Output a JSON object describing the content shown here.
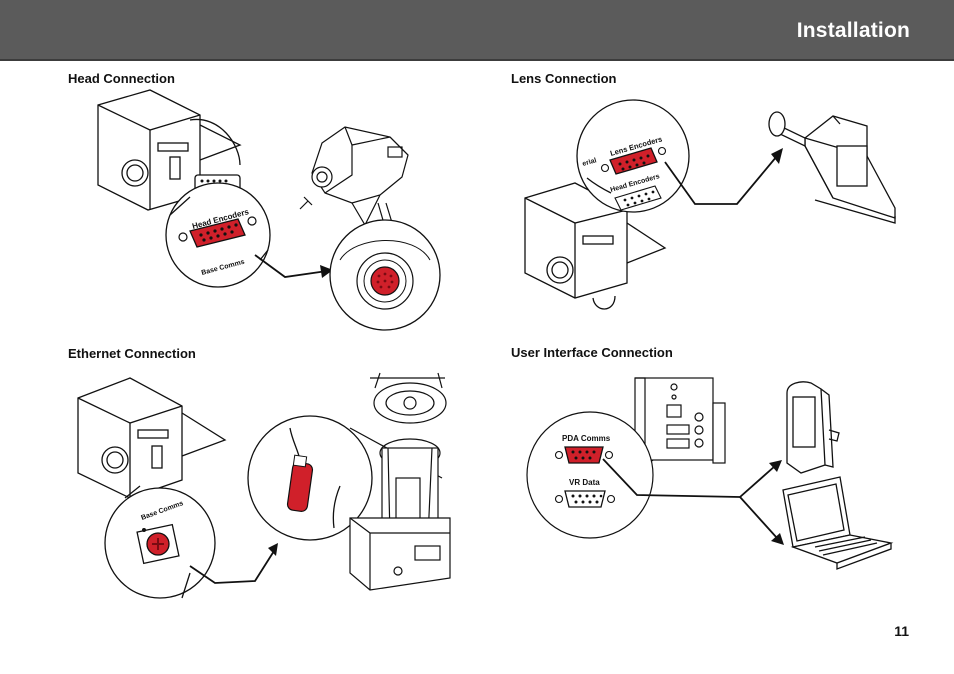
{
  "header": {
    "title": "Installation",
    "bar_color": "#5b5b5b"
  },
  "sections": {
    "head": {
      "heading": "Head Connection",
      "port_label": "Head Encoders",
      "secondary_label": "Base Comms"
    },
    "lens": {
      "heading": "Lens Connection",
      "port_label": "Lens Encoders",
      "secondary_label": "Head Encoders",
      "partial_label": "erial"
    },
    "ethernet": {
      "heading": "Ethernet Connection",
      "port_label": "Base Comms"
    },
    "ui": {
      "heading": "User Interface Connection",
      "port_label": "PDA Comms",
      "secondary_label": "VR Data"
    }
  },
  "accent_color": "#d0202a",
  "page_number": "11"
}
